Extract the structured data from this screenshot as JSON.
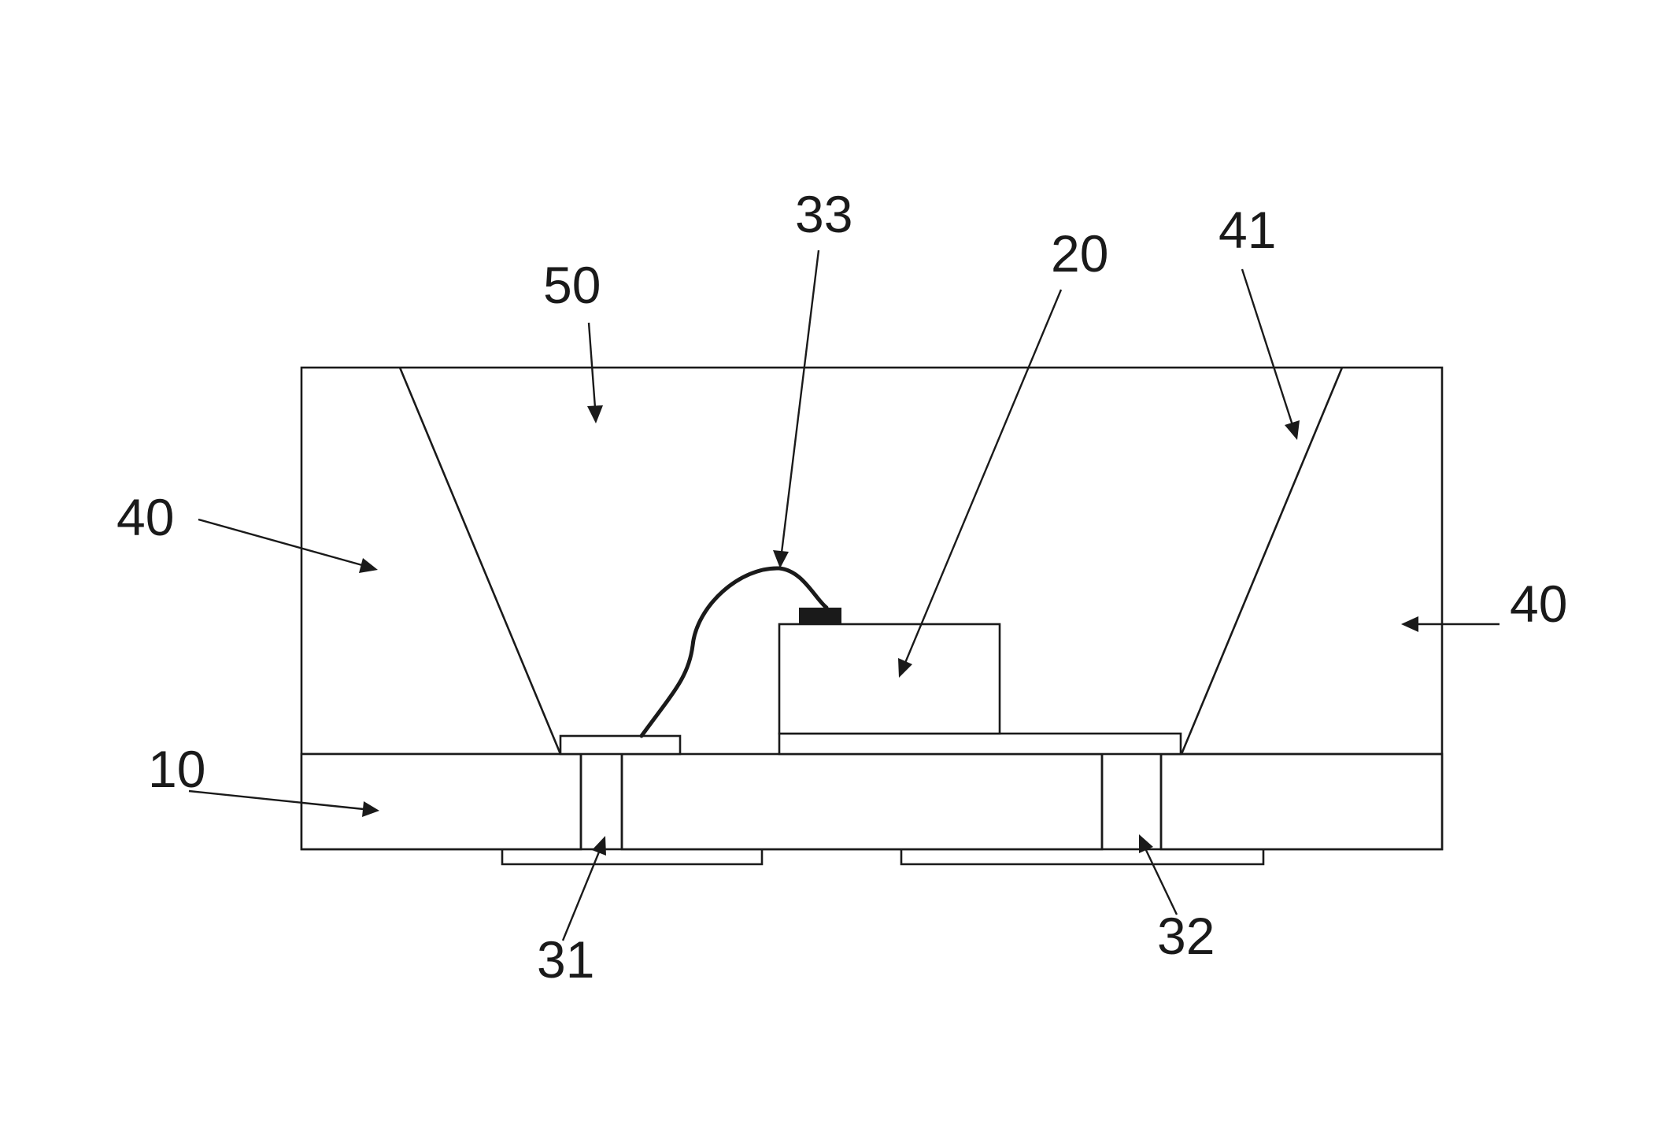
{
  "diagram": {
    "labels": {
      "substrate": "10",
      "chip": "20",
      "via_left": "31",
      "via_right": "32",
      "bond_wire": "33",
      "housing_left": "40",
      "housing_right": "40",
      "reflector_wall": "41",
      "encapsulant": "50"
    }
  }
}
